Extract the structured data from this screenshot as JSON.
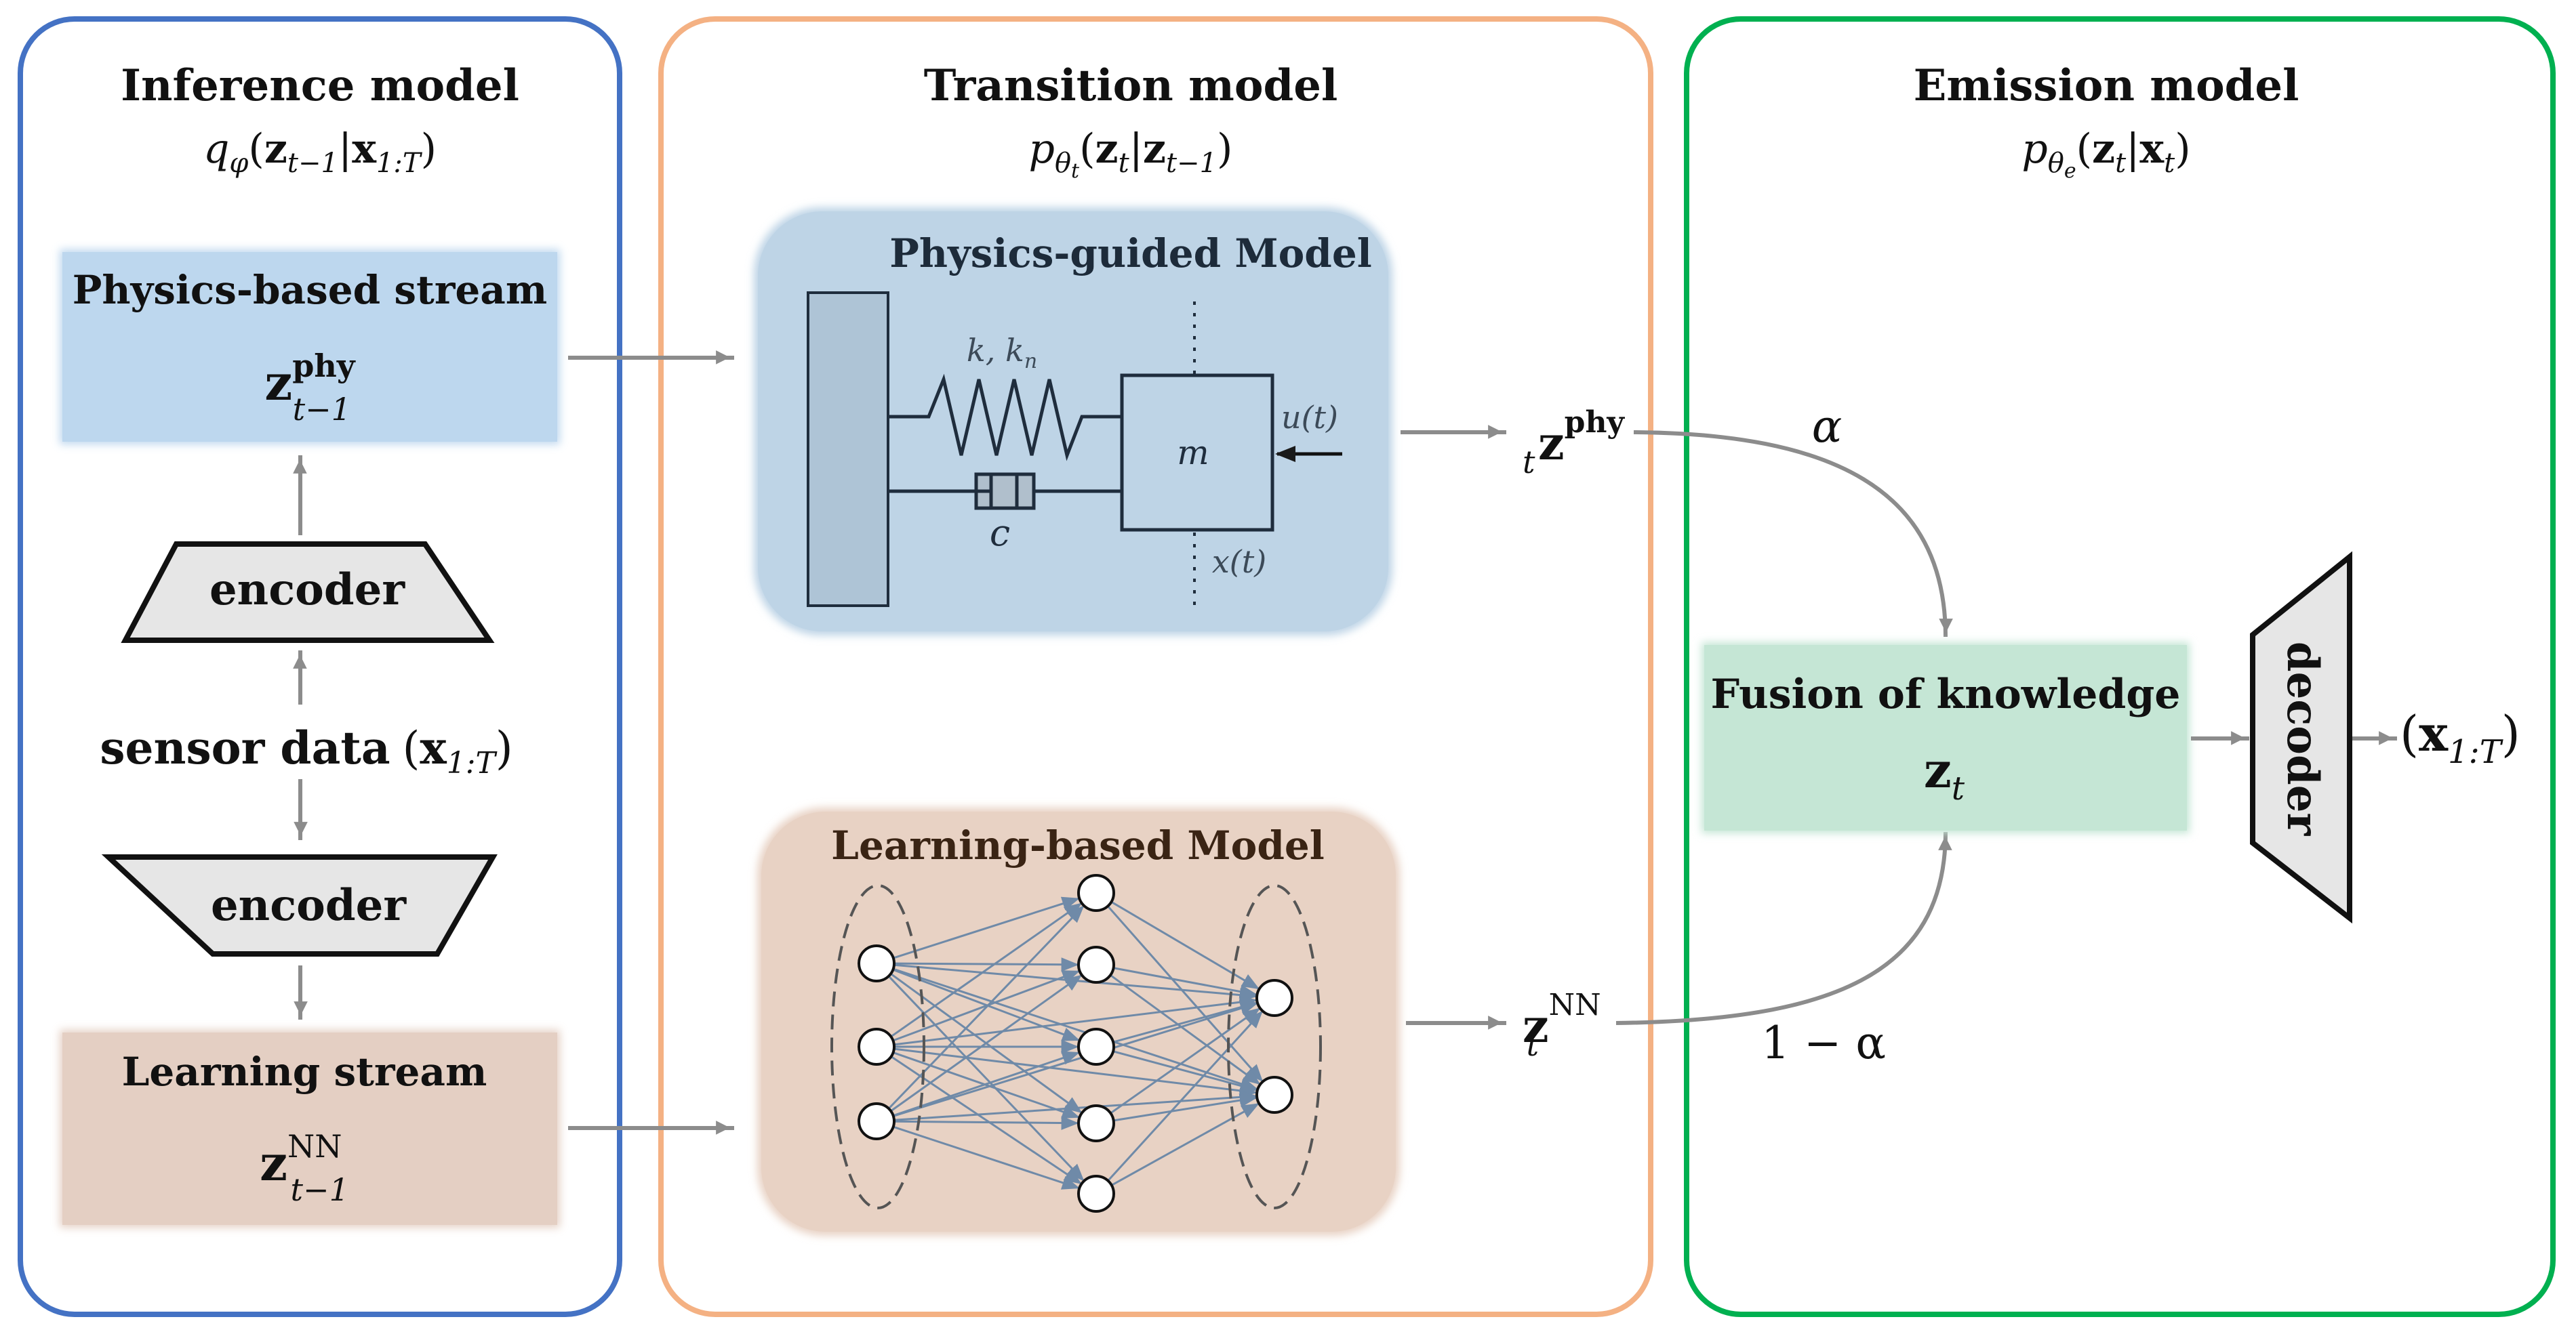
{
  "colors": {
    "inference_border": "#4472c4",
    "transition_border": "#f4b183",
    "emission_border": "#00b050",
    "physics_fill": "#bdd7ee",
    "physics_box_fill": "#bed4e6",
    "learning_fill": "#e4cfc3",
    "learning_box_fill": "#e8d2c4",
    "fusion_fill": "#c5e6d5",
    "arrow": "#8c8c8c",
    "nn_edge": "#6f8aa8",
    "trapezoid_fill": "#e6e6e6"
  },
  "inference": {
    "title": "Inference model",
    "formula": {
      "p": "q",
      "sub": "φ",
      "z": "z",
      "zsub": "t−1",
      "x": "x",
      "xsub": "1:T"
    },
    "physics_stream": {
      "label": "Physics-based stream",
      "z": "z",
      "sup": "phy",
      "sub": "t−1"
    },
    "encoder_top": "encoder",
    "sensor": {
      "label": "sensor data",
      "x": "x",
      "sub": "1:T"
    },
    "encoder_bottom": "encoder",
    "learning_stream": {
      "label": "Learning stream",
      "z": "z",
      "sup": "NN",
      "sub": "t−1"
    }
  },
  "transition": {
    "title": "Transition model",
    "formula": {
      "p": "p",
      "sub": "θ",
      "subsub": "t",
      "z1": "z",
      "z1sub": "t",
      "z2": "z",
      "z2sub": "t−1"
    },
    "physics_model": {
      "title": "Physics-guided Model",
      "spring_label": "k, k",
      "spring_sub": "n",
      "mass_label": "m",
      "force_label": "u(t)",
      "damper_label": "c",
      "disp_label": "x(t)"
    },
    "learning_model": {
      "title": "Learning-based Model"
    },
    "z_phy": {
      "z": "z",
      "sup": "phy",
      "sub": "t"
    },
    "z_nn": {
      "z": "z",
      "sup": "NN",
      "sub": "t"
    }
  },
  "emission": {
    "title": "Emission model",
    "formula": {
      "p": "p",
      "sub": "θ",
      "subsub": "e",
      "z": "z",
      "zsub": "t",
      "x": "x",
      "xsub": "t"
    },
    "alpha": "α",
    "one_minus_alpha": "1 − α",
    "fusion": {
      "label": "Fusion of knowledge",
      "z": "z",
      "sub": "t"
    },
    "decoder": "decoder",
    "output": {
      "x": "x",
      "sub": "1:T"
    }
  }
}
